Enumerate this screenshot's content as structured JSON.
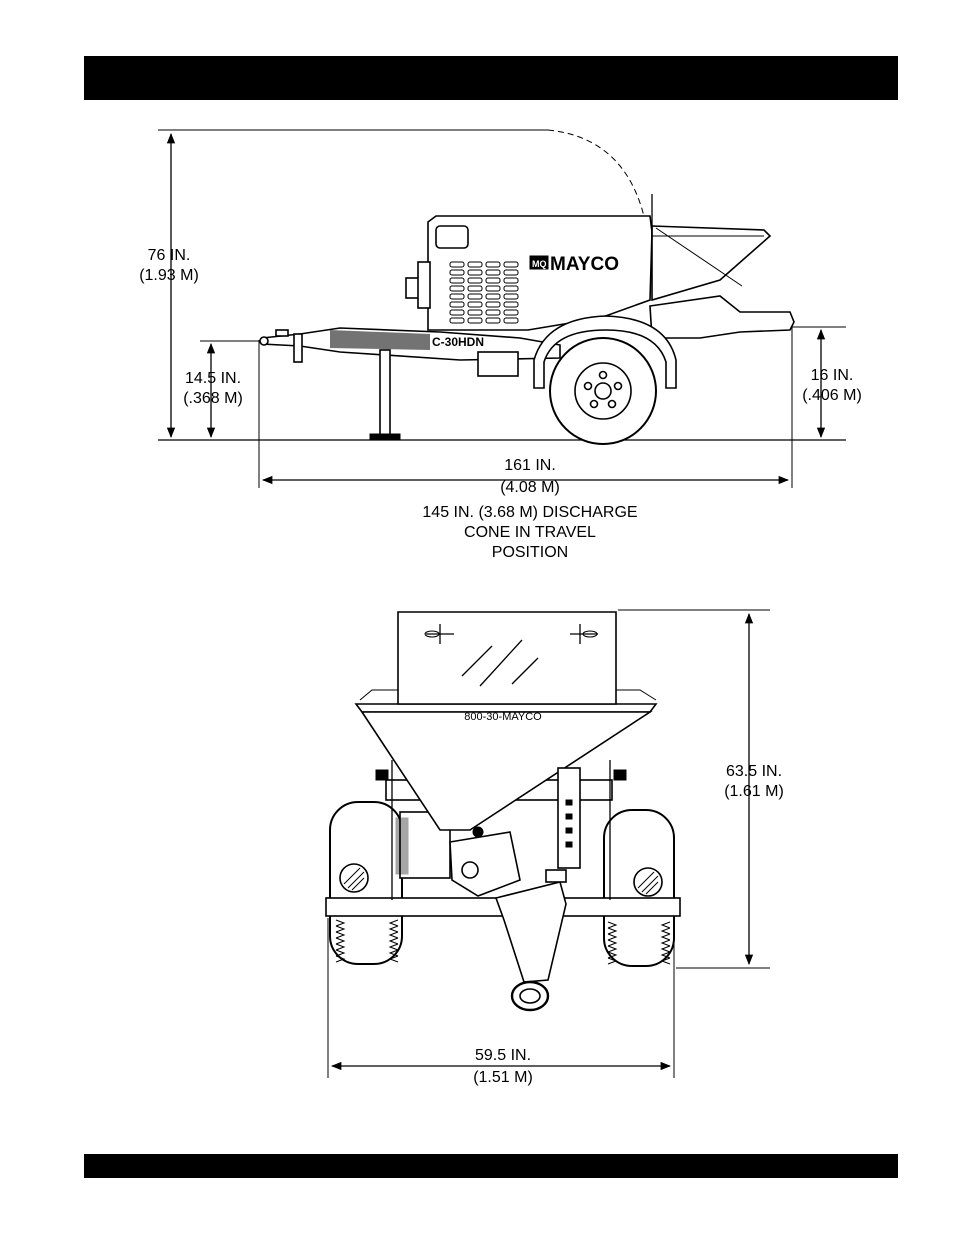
{
  "labels": {
    "height_overall": [
      "76 IN.",
      "(1.93 M)"
    ],
    "hitch_height": [
      "14.5 IN.",
      "(.368 M)"
    ],
    "discharge_height": [
      "16 IN.",
      "(.406 M)"
    ],
    "length_overall": [
      "161 IN.",
      "(4.08 M)"
    ],
    "length_note": [
      "145 IN. (3.68 M) DISCHARGE",
      "CONE IN TRAVEL",
      "POSITION"
    ],
    "height_front": [
      "63.5 IN.",
      "(1.61 M)"
    ],
    "width_overall": [
      "59.5 IN.",
      "(1.51 M)"
    ],
    "brand": "MAYCO",
    "brand_badge": "MQ",
    "model": "C-30HDN",
    "hopper_text": "800-30-MAYCO"
  }
}
